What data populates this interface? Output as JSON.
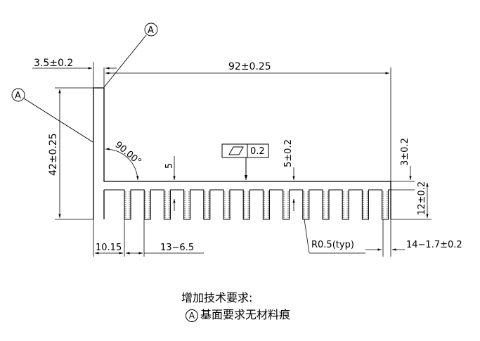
{
  "dimensions": {
    "flange_thickness": "3.5±0.2",
    "overall_width": "92±0.25",
    "overall_height": "42±0.25",
    "angle": "90.00°",
    "flatness_value": "0.2",
    "fin_depth_5": "5",
    "fin_depth_5_tol": "5±0.2",
    "base_thickness": "3±0.2",
    "fin_height": "12±0.2",
    "first_fin_pitch": "10.15",
    "fin_pitch": "13−6.5",
    "fillet_radius": "R0.5(typ)",
    "fin_thickness": "14−1.7±0.2"
  },
  "datum_labels": {
    "datum_top": "A",
    "datum_left": "A"
  },
  "notes": {
    "title": "增加技术要求:",
    "item_marker": "A",
    "item_text": "基面要求无材料痕"
  }
}
